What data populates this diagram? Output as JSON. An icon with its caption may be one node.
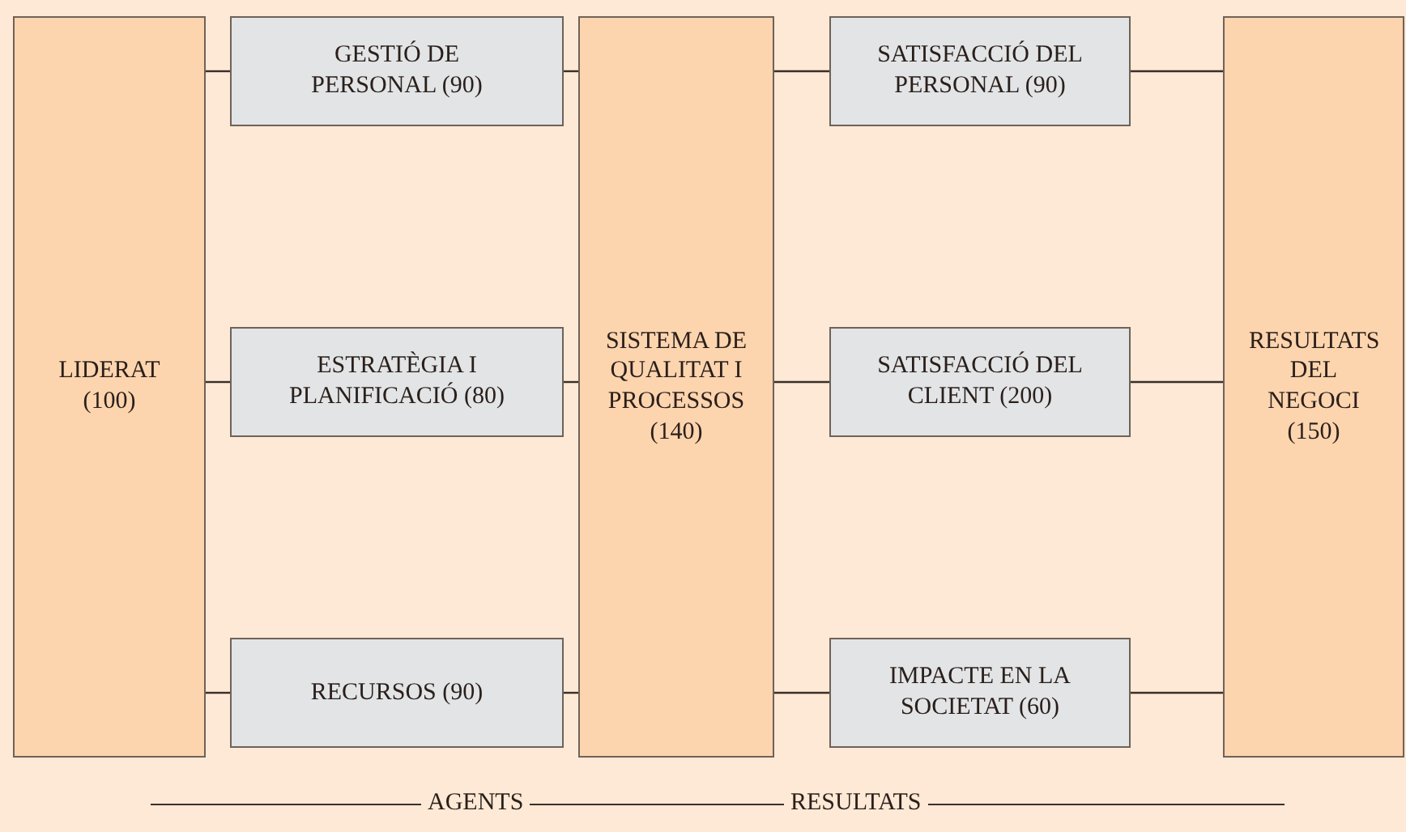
{
  "diagram": {
    "nodes": [
      {
        "text": [
          "LIDERAT (100)"
        ]
      },
      {
        "text": [
          "GESTIÓ DE PERSONAL (90)"
        ]
      },
      {
        "text": [
          "ESTRATÈGIA I PLANIFICACIÓ (80)"
        ]
      },
      {
        "text": [
          "RECURSOS (90)"
        ]
      },
      {
        "text": [
          "SISTEMA DE QUALITAT I PROCESSOS (140)"
        ]
      },
      {
        "text": [
          "SATISFACCIÓ DEL PERSONAL (90)"
        ]
      },
      {
        "text": [
          "SATISFACCIÓ DEL CLIENT (200)"
        ]
      },
      {
        "text": [
          "IMPACTE EN LA SOCIETAT (60)"
        ]
      },
      {
        "text": [
          "RESULTATS DEL NEGOCI (150)"
        ]
      }
    ],
    "edges": [
      {
        "from": 0,
        "to": 1,
        "arrow": "none"
      },
      {
        "from": 0,
        "to": 2,
        "arrow": "none"
      },
      {
        "from": 0,
        "to": 3,
        "arrow": "none"
      },
      {
        "from": 1,
        "to": 4,
        "arrow": "none"
      },
      {
        "from": 2,
        "to": 4,
        "arrow": "none"
      },
      {
        "from": 3,
        "to": 4,
        "arrow": "none"
      },
      {
        "from": 4,
        "to": 5,
        "arrow": "none"
      },
      {
        "from": 4,
        "to": 6,
        "arrow": "none"
      },
      {
        "from": 4,
        "to": 7,
        "arrow": "none"
      },
      {
        "from": 5,
        "to": 8,
        "arrow": "none"
      },
      {
        "from": 6,
        "to": 8,
        "arrow": "none"
      },
      {
        "from": 7,
        "to": 8,
        "arrow": "none"
      }
    ],
    "labels": [
      "AGENTS",
      "RESULTATS"
    ]
  }
}
